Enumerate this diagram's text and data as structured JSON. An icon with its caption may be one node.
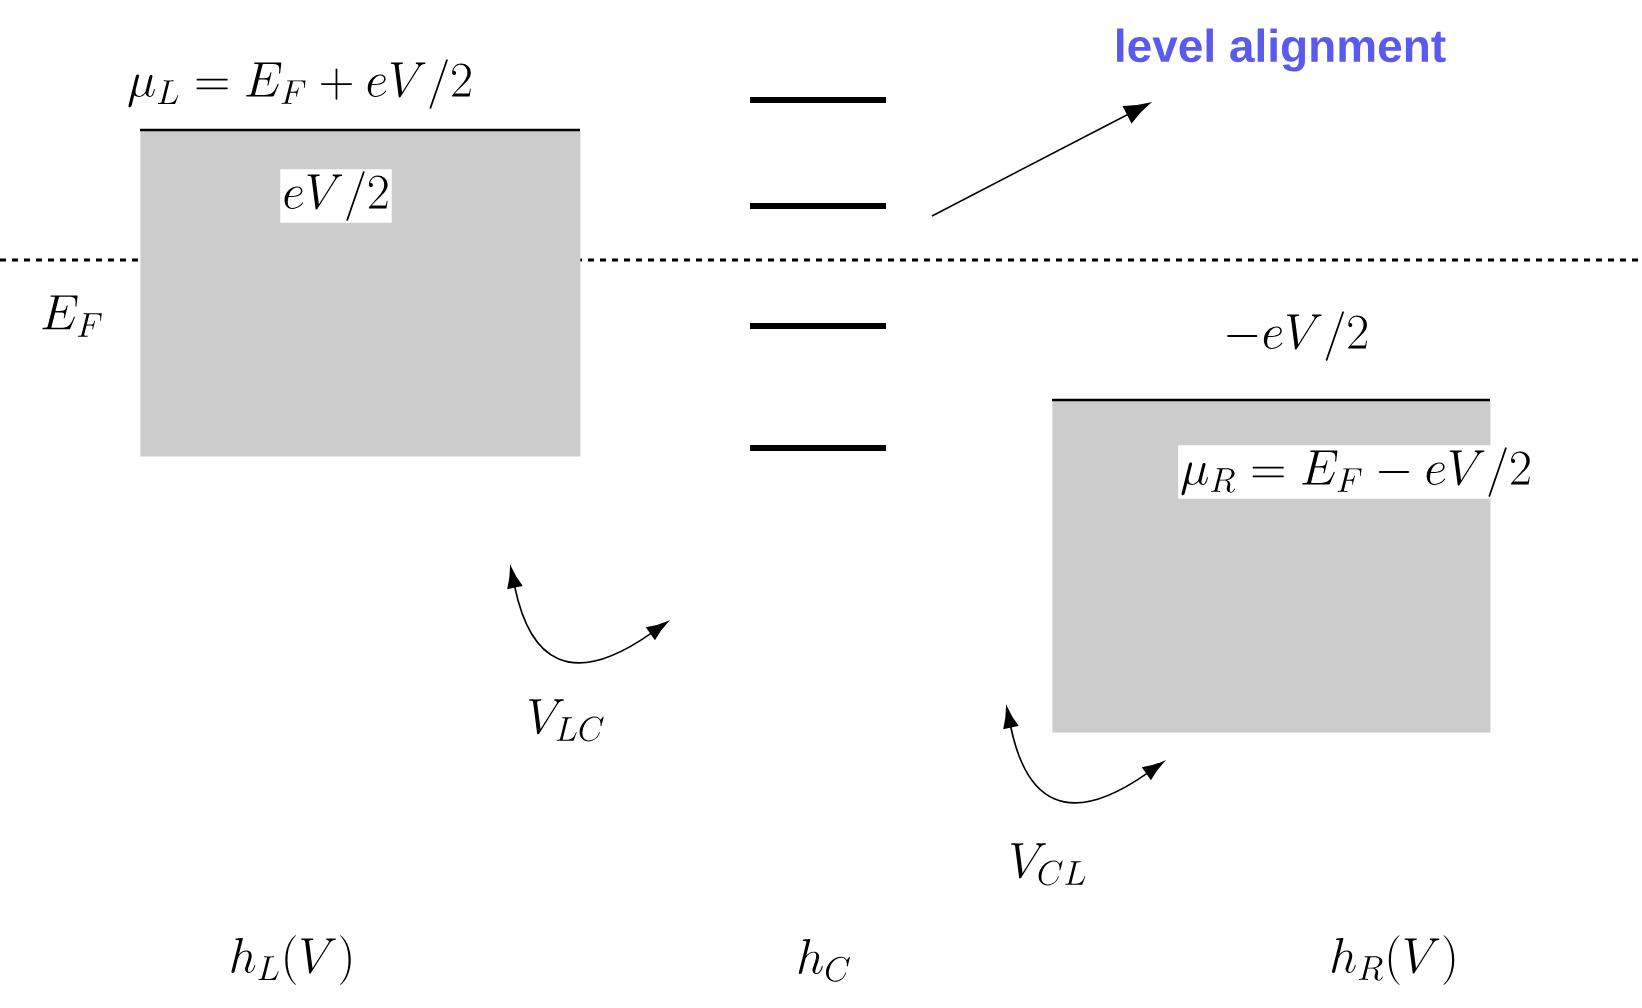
{
  "diagram": {
    "nodes": [
      {
        "text": [
          "\\mu_L = E_F + eV/2",
          "eV/2"
        ]
      },
      {
        "text": [
          "-eV/2",
          "\\mu_R = E_F - eV/2"
        ]
      },
      {
        "text": [],
        "shape": "bar"
      },
      {
        "text": [],
        "shape": "bar"
      },
      {
        "text": [],
        "shape": "bar"
      },
      {
        "text": [],
        "shape": "bar"
      },
      {
        "text": [
          "level alignment"
        ]
      }
    ],
    "edges": [
      {
        "from": null,
        "to": 6,
        "arrow": "to"
      }
    ],
    "labels": [
      "E_F",
      "V_{LC}",
      "V_{CL}",
      "h_L(V)",
      "h_C",
      "h_R(V)"
    ]
  }
}
